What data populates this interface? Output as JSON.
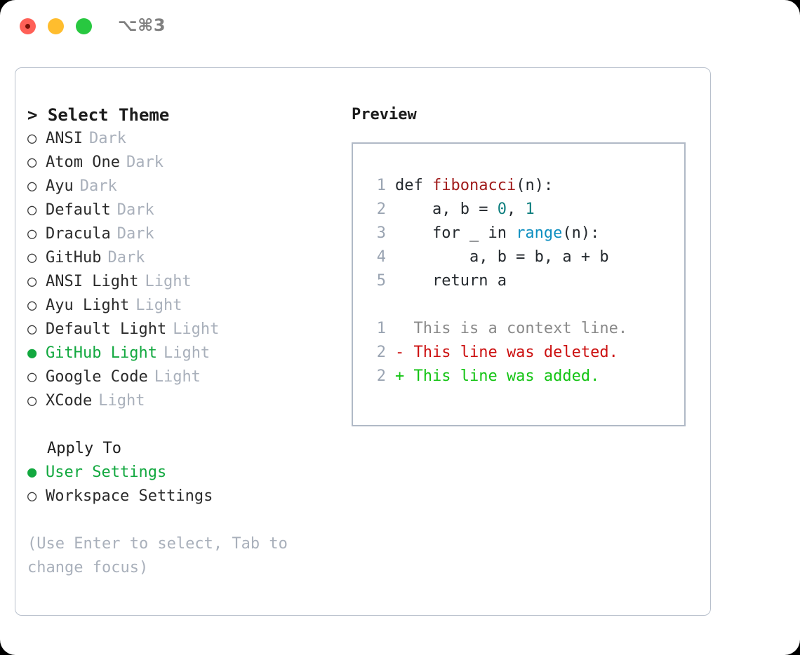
{
  "titlebar": {
    "shortcut": "⌥⌘3",
    "buttons": [
      {
        "name": "close",
        "color": "#ff6057"
      },
      {
        "name": "minimize",
        "color": "#ffbd2e"
      },
      {
        "name": "zoom",
        "color": "#28c840"
      }
    ]
  },
  "theme_section": {
    "header": "> Select Theme",
    "selected_marker": "●",
    "unselected_marker": "○",
    "accent_color": "#12a83f",
    "items": [
      {
        "marker": "○",
        "label": "ANSI",
        "suffix": "Dark",
        "selected": false
      },
      {
        "marker": "○",
        "label": "Atom One",
        "suffix": "Dark",
        "selected": false
      },
      {
        "marker": "○",
        "label": "Ayu",
        "suffix": "Dark",
        "selected": false
      },
      {
        "marker": "○",
        "label": "Default",
        "suffix": "Dark",
        "selected": false
      },
      {
        "marker": "○",
        "label": "Dracula",
        "suffix": "Dark",
        "selected": false
      },
      {
        "marker": "○",
        "label": "GitHub",
        "suffix": "Dark",
        "selected": false
      },
      {
        "marker": "○",
        "label": "ANSI Light",
        "suffix": "Light",
        "selected": false
      },
      {
        "marker": "○",
        "label": "Ayu Light",
        "suffix": "Light",
        "selected": false
      },
      {
        "marker": "○",
        "label": "Default Light",
        "suffix": "Light",
        "selected": false
      },
      {
        "marker": "●",
        "label": "GitHub Light",
        "suffix": "Light",
        "selected": true
      },
      {
        "marker": "○",
        "label": "Google Code",
        "suffix": "Light",
        "selected": false
      },
      {
        "marker": "○",
        "label": "XCode",
        "suffix": "Light",
        "selected": false
      }
    ]
  },
  "apply_to_section": {
    "title": "Apply To",
    "items": [
      {
        "marker": "●",
        "label": "User Settings",
        "selected": true
      },
      {
        "marker": "○",
        "label": "Workspace Settings",
        "selected": false
      }
    ]
  },
  "hint": "(Use Enter to select, Tab to change focus)",
  "preview": {
    "title": "Preview",
    "code_lines": [
      {
        "num": "1",
        "segments": [
          {
            "text": "def ",
            "kind": "plain"
          },
          {
            "text": "fibonacci",
            "kind": "fn"
          },
          {
            "text": "(n):",
            "kind": "plain"
          }
        ]
      },
      {
        "num": "2",
        "segments": [
          {
            "text": "    a, b = ",
            "kind": "plain"
          },
          {
            "text": "0",
            "kind": "num"
          },
          {
            "text": ", ",
            "kind": "plain"
          },
          {
            "text": "1",
            "kind": "num"
          }
        ]
      },
      {
        "num": "3",
        "segments": [
          {
            "text": "    for _ in ",
            "kind": "plain"
          },
          {
            "text": "range",
            "kind": "call"
          },
          {
            "text": "(n):",
            "kind": "plain"
          }
        ]
      },
      {
        "num": "4",
        "segments": [
          {
            "text": "        a, b = b, a + b",
            "kind": "plain"
          }
        ]
      },
      {
        "num": "5",
        "segments": [
          {
            "text": "    return a",
            "kind": "plain"
          }
        ]
      }
    ],
    "diff_lines": [
      {
        "num": "1",
        "text": "  This is a context line.",
        "kind": "ctx"
      },
      {
        "num": "2",
        "text": "- This line was deleted.",
        "kind": "del"
      },
      {
        "num": "2",
        "text": "+ This line was added.",
        "kind": "add"
      }
    ]
  }
}
